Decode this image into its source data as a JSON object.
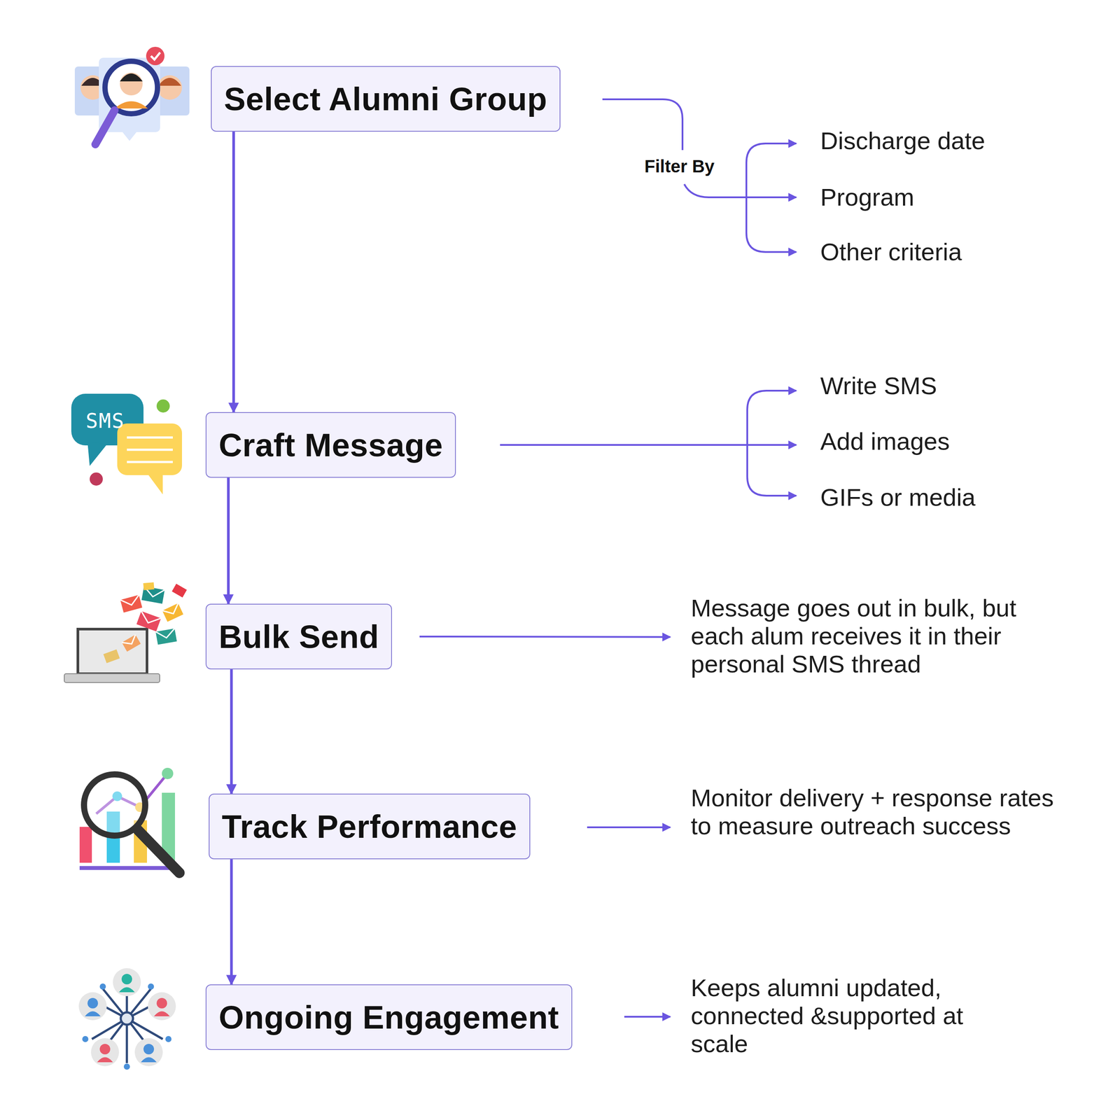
{
  "diagram": {
    "nodes": [
      {
        "text": [
          "Select Alumni Group"
        ]
      },
      {
        "text": [
          "Craft Message"
        ]
      },
      {
        "text": [
          "Bulk Send"
        ]
      },
      {
        "text": [
          "Track Performance"
        ]
      },
      {
        "text": [
          "Ongoing Engagement"
        ]
      }
    ],
    "edges": [
      {
        "from": 0,
        "to": 1,
        "arrow": "to"
      },
      {
        "from": 1,
        "to": 2,
        "arrow": "to"
      },
      {
        "from": 2,
        "to": 3,
        "arrow": "to"
      },
      {
        "from": 3,
        "to": 4,
        "arrow": "to"
      }
    ],
    "labels": [
      "SMS",
      "Filter By",
      "Discharge date",
      "Program",
      "Other criteria",
      "Write SMS",
      "Add images",
      "GIFs or media",
      "Message goes out in bulk, but each alum receives it in their personal SMS thread",
      "Monitor delivery + response rates to measure outreach success",
      "Keeps alumni updated, connected &supported at scale"
    ]
  }
}
